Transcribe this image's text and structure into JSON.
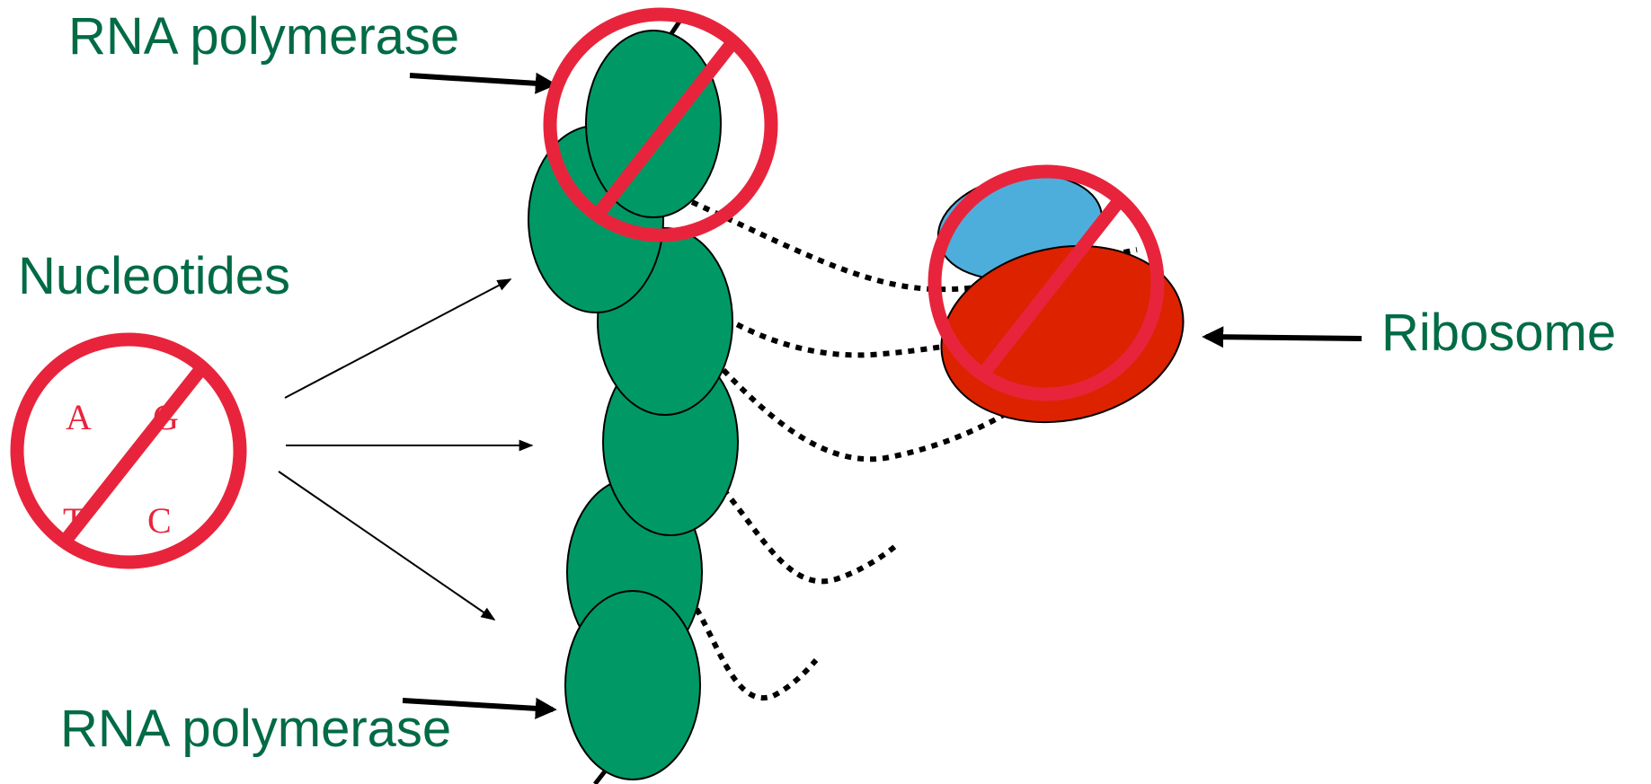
{
  "labels": {
    "rna_polymerase_top": "RNA polymerase",
    "rna_polymerase_bottom": "RNA polymerase",
    "nucleotides": "Nucleotides",
    "ribosome": "Ribosome"
  },
  "nucleotide_letters": {
    "a": "A",
    "g": "G",
    "t": "T",
    "c": "C"
  },
  "colors": {
    "label_text": "#006b45",
    "polymerase_fill": "#009966",
    "ribosome_large_subunit": "#dd2200",
    "ribosome_small_subunit": "#4daedc",
    "prohibition_sign": "#e8243c",
    "dna_and_arrows": "#000000"
  }
}
